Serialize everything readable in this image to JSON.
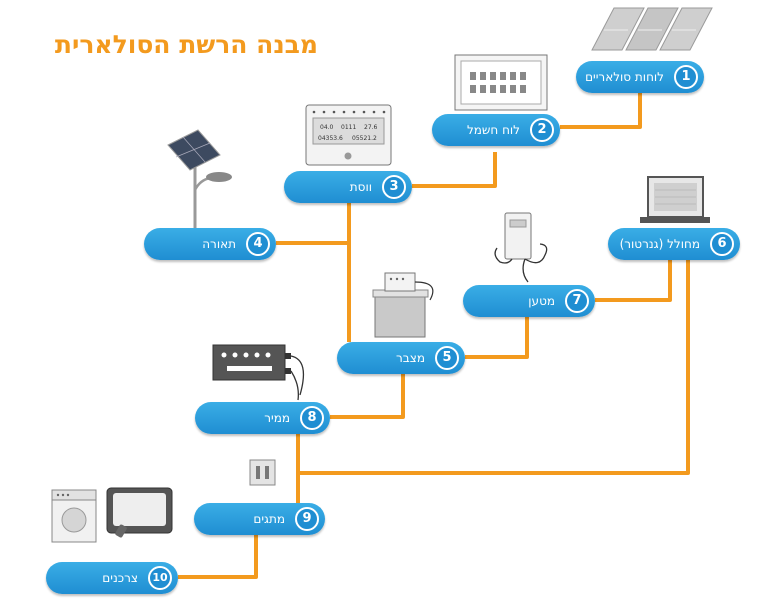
{
  "title": "מבנה הרשת הסולארית",
  "colors": {
    "title": "#f39a1e",
    "node": "#2196d8",
    "line": "#f39a1e"
  },
  "nodes": [
    {
      "num": "1",
      "label": "לוחות סולאריים"
    },
    {
      "num": "2",
      "label": "לוח חשמל"
    },
    {
      "num": "3",
      "label": "ווסת"
    },
    {
      "num": "4",
      "label": "תאורה"
    },
    {
      "num": "5",
      "label": "מצבר"
    },
    {
      "num": "6",
      "label": "מחולל (גנרטור)"
    },
    {
      "num": "7",
      "label": "מטען"
    },
    {
      "num": "8",
      "label": "ממיר"
    },
    {
      "num": "9",
      "label": "מתגים"
    },
    {
      "num": "10",
      "label": "צרכנים"
    }
  ],
  "meter": {
    "row1": [
      "04.0",
      "0111",
      "27.6"
    ],
    "row2": [
      "04353.6",
      "05521.2"
    ]
  }
}
